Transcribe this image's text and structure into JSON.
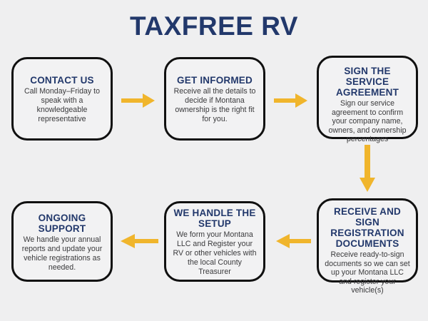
{
  "page": {
    "title": "TAXFREE RV",
    "background_color": "#efeff0",
    "accent_color": "#f0b52c",
    "navy_color": "#22386b",
    "body_text_color": "#3a3a3c",
    "border_color": "#101010"
  },
  "steps": [
    {
      "id": "contact-us",
      "heading": "CONTACT US",
      "body": "Call Monday–Friday to speak with a knowledgeable representative"
    },
    {
      "id": "get-informed",
      "heading": "GET INFORMED",
      "body": "Receive all the details to decide if Montana ownership is the right fit for you."
    },
    {
      "id": "sign-the-service-agreement",
      "heading": "SIGN THE SERVICE AGREEMENT",
      "body": "Sign our service agreement to confirm your company name, owners, and ownership percentages"
    },
    {
      "id": "receive-and-sign-registration-documents",
      "heading": "RECEIVE AND SIGN REGISTRATION DOCUMENTS",
      "body": "Receive ready-to-sign documents so we can set up your Montana LLC and register your vehicle(s)"
    },
    {
      "id": "we-handle-the-setup",
      "heading": "WE HANDLE THE SETUP",
      "body": "We form your Montana LLC and Register your RV or other vehicles with the local County Treasurer"
    },
    {
      "id": "ongoing-support",
      "heading": "ONGOING SUPPORT",
      "body": "We handle your annual reports and update your vehicle registrations as needed."
    }
  ],
  "connectors": [
    {
      "id": "contact-us-to-get-informed",
      "direction": "right"
    },
    {
      "id": "get-informed-to-sign-agreement",
      "direction": "right"
    },
    {
      "id": "sign-agreement-to-registration-documents",
      "direction": "down"
    },
    {
      "id": "registration-documents-to-setup",
      "direction": "left"
    },
    {
      "id": "setup-to-ongoing-support",
      "direction": "left"
    }
  ]
}
